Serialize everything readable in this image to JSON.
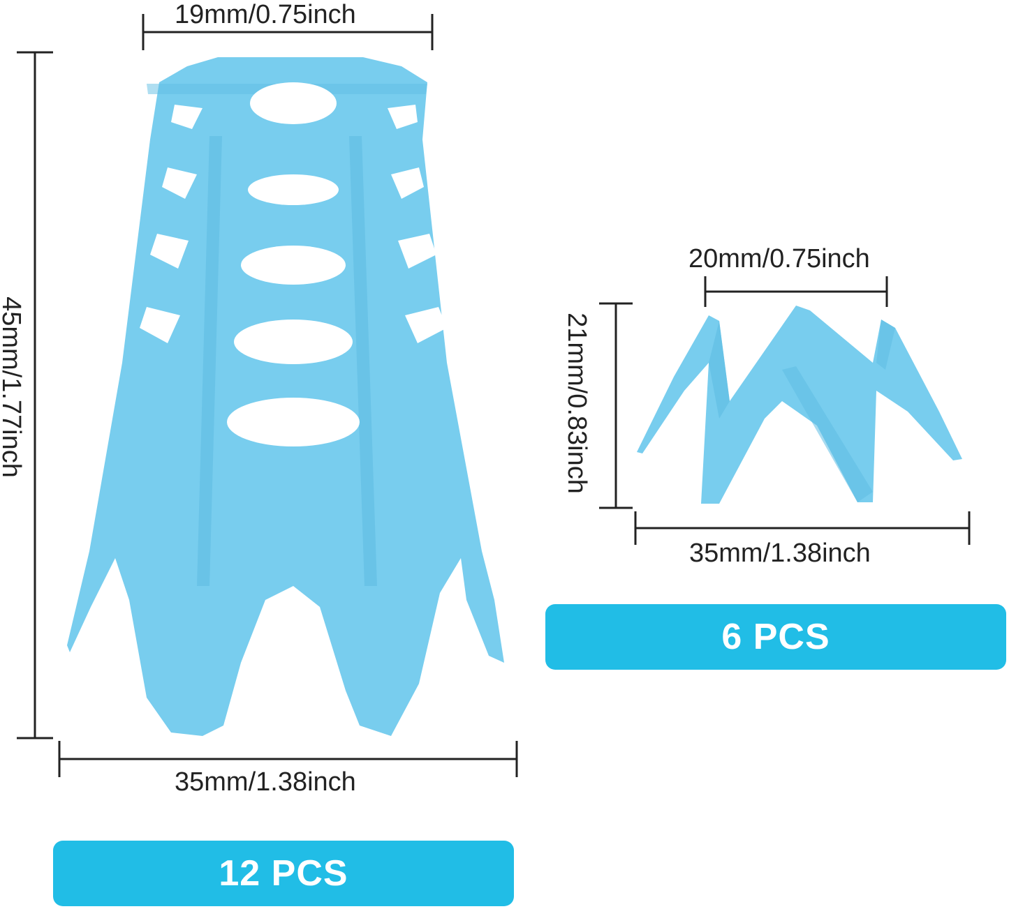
{
  "colors": {
    "product": "#78cdee",
    "product_shadow": "#5fbde3",
    "badge": "#21bde6",
    "line": "#222222"
  },
  "large_piece": {
    "top_width_label": "19mm/0.75inch",
    "height_label": "45mm/1.77inch",
    "bottom_width_label": "35mm/1.38inch",
    "quantity_label": "12 PCS"
  },
  "small_piece": {
    "top_width_label": "20mm/0.75inch",
    "height_label": "21mm/0.83inch",
    "bottom_width_label": "35mm/1.38inch",
    "quantity_label": "6 PCS"
  }
}
